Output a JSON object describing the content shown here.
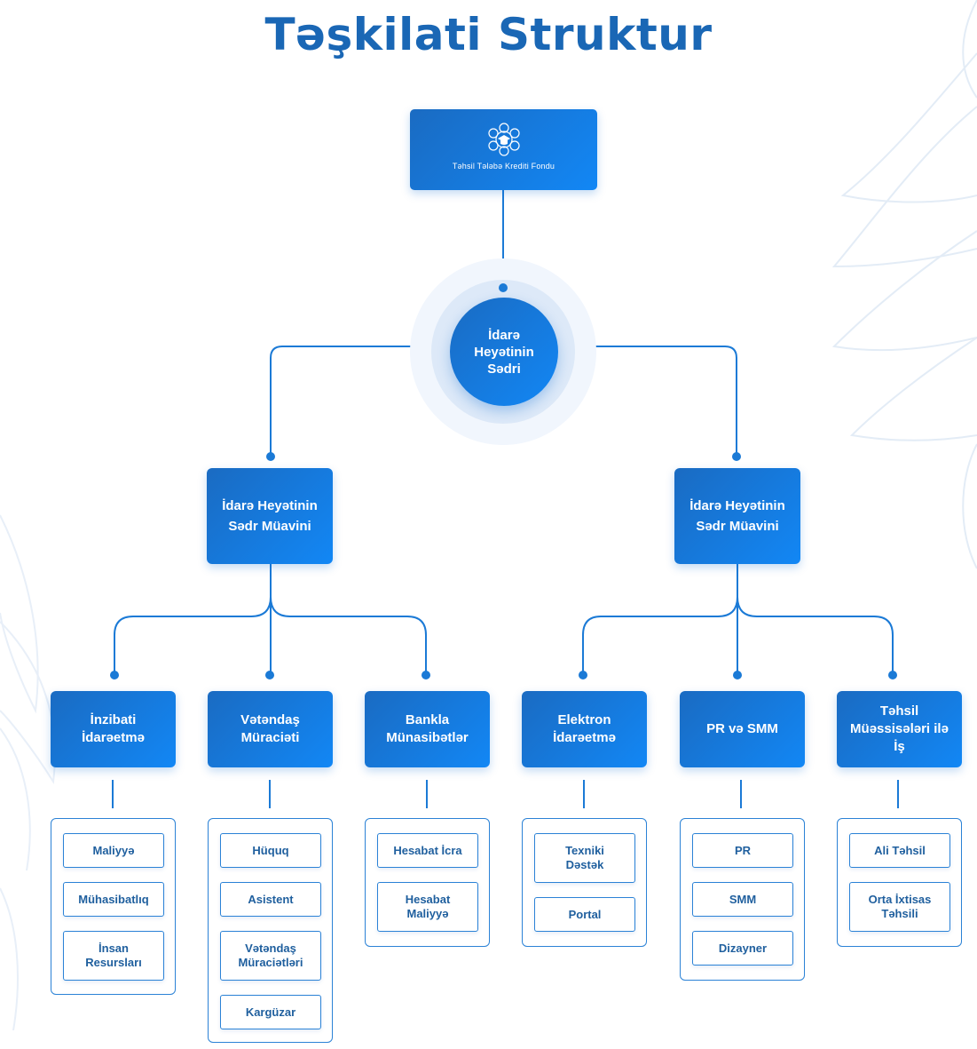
{
  "title": "Təşkilati Struktur",
  "colors": {
    "accent": "#1287f5",
    "accent_dark": "#1a6bc2",
    "title": "#1a67b5",
    "item_text": "#1f5f9e",
    "line": "#1b7ad6"
  },
  "top": {
    "icon": "fund-logo-icon",
    "org_name": "Təhsil Tələbə Krediti Fondu"
  },
  "chair": {
    "l1": "İdarə",
    "l2": "Heyətinin",
    "l3": "Sədri"
  },
  "deputies": [
    {
      "l1": "İdarə Heyətinin",
      "l2": "Sədr Müavini"
    },
    {
      "l1": "İdarə Heyətinin",
      "l2": "Sədr Müavini"
    }
  ],
  "departments": [
    {
      "lines": [
        "İnzibati",
        "İdarəetmə"
      ],
      "items": [
        [
          "Maliyyə"
        ],
        [
          "Mühasibatlıq"
        ],
        [
          "İnsan",
          "Resursları"
        ]
      ]
    },
    {
      "lines": [
        "Vətəndaş",
        "Müraciəti"
      ],
      "items": [
        [
          "Hüquq"
        ],
        [
          "Asistent"
        ],
        [
          "Vətəndaş",
          "Müraciətləri"
        ],
        [
          "Kargüzar"
        ]
      ]
    },
    {
      "lines": [
        "Bankla",
        "Münasibətlər"
      ],
      "items": [
        [
          "Hesabat İcra"
        ],
        [
          "Hesabat",
          "Maliyyə"
        ]
      ]
    },
    {
      "lines": [
        "Elektron",
        "İdarəetmə"
      ],
      "items": [
        [
          "Texniki",
          "Dəstək"
        ],
        [
          "Portal"
        ]
      ]
    },
    {
      "lines": [
        "PR və SMM"
      ],
      "items": [
        [
          "PR"
        ],
        [
          "SMM"
        ],
        [
          "Dizayner"
        ]
      ]
    },
    {
      "lines": [
        "Təhsil",
        "Müəssisələri ilə",
        "İş"
      ],
      "items": [
        [
          "Ali Təhsil"
        ],
        [
          "Orta İxtisas",
          "Təhsili"
        ]
      ]
    }
  ]
}
